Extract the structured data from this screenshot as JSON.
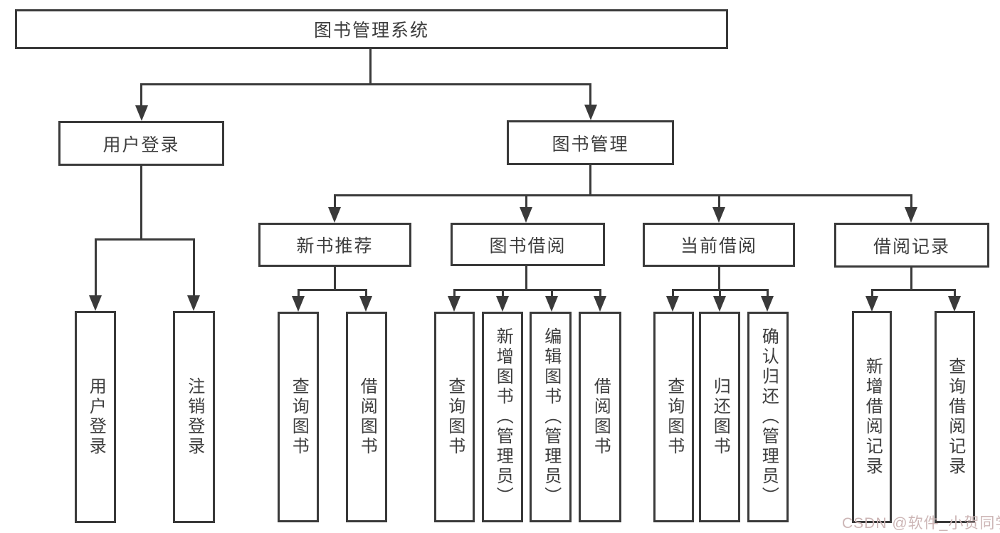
{
  "diagram": {
    "title": "图书管理系统",
    "nodes": {
      "root": "图书管理系统",
      "user_login": "用户登录",
      "book_management": "图书管理",
      "new_book_recommend": "新书推荐",
      "book_borrowing": "图书借阅",
      "current_borrowing": "当前借阅",
      "borrowing_records": "借阅记录",
      "leaf_user_login": "用户登录",
      "leaf_logout": "注销登录",
      "leaf_query_book_a": "查询图书",
      "leaf_borrow_book_a": "借阅图书",
      "leaf_query_book_b": "查询图书",
      "leaf_add_book": "新增图书（管理员）",
      "leaf_edit_book": "编辑图书（管理员）",
      "leaf_borrow_book_b": "借阅图书",
      "leaf_query_book_c": "查询图书",
      "leaf_return_book": "归还图书",
      "leaf_confirm_return": "确认归还（管理员）",
      "leaf_add_borrow_record": "新增借阅记录",
      "leaf_query_borrow_record": "查询借阅记录"
    },
    "tree": {
      "图书管理系统": {
        "用户登录": [
          "用户登录",
          "注销登录"
        ],
        "图书管理": {
          "新书推荐": [
            "查询图书",
            "借阅图书"
          ],
          "图书借阅": [
            "查询图书",
            "新增图书（管理员）",
            "编辑图书（管理员）",
            "借阅图书"
          ],
          "当前借阅": [
            "查询图书",
            "归还图书",
            "确认归还（管理员）"
          ],
          "借阅记录": [
            "新增借阅记录",
            "查询借阅记录"
          ]
        }
      }
    }
  },
  "watermark": {
    "text": "CSDN @软件_小贺同学"
  },
  "colors": {
    "line": "#3a3a3a",
    "text": "#3d3d3d",
    "background": "#ffffff",
    "watermark": "#ccb5b5"
  }
}
